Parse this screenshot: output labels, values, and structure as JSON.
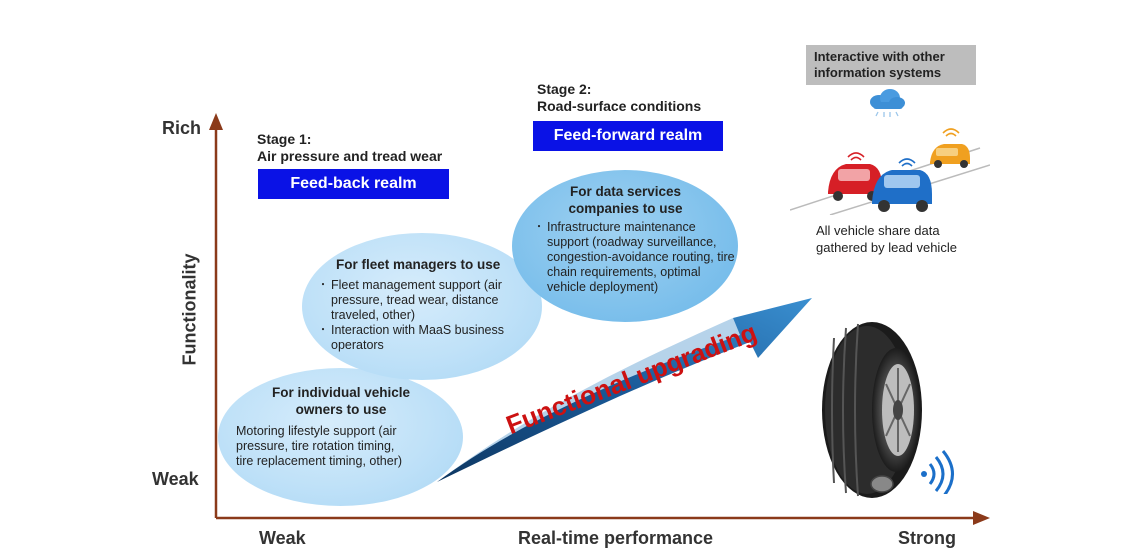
{
  "axes": {
    "y_title": "Functionality",
    "y_high": "Rich",
    "y_low": "Weak",
    "x_title": "Real-time performance",
    "x_low": "Weak",
    "x_high": "Strong"
  },
  "stage1": {
    "line1": "Stage 1:",
    "line2": "Air pressure and tread wear",
    "realm": "Feed-back realm"
  },
  "stage2": {
    "line1": "Stage 2:",
    "line2": "Road-surface conditions",
    "realm": "Feed-forward realm"
  },
  "bubbles": {
    "individual": {
      "head1": "For individual vehicle",
      "head2": "owners to use",
      "body": [
        "Motoring lifestyle support (air",
        "pressure, tire rotation timing,",
        "tire replacement timing, other)"
      ]
    },
    "fleet": {
      "head": "For fleet managers to use",
      "items": [
        [
          "Fleet management support (air",
          "pressure, tread wear, distance",
          "traveled, other)"
        ],
        [
          "Interaction with MaaS business",
          "operators"
        ]
      ]
    },
    "data_services": {
      "head1": "For data services",
      "head2": "companies to use",
      "items": [
        [
          "Infrastructure maintenance",
          "support (roadway surveillance,",
          "congestion-avoidance routing, tire",
          "chain requirements, optimal",
          "vehicle deployment)"
        ]
      ]
    }
  },
  "arrow_label": "Functional upgrading",
  "info_box": [
    "Interactive with other",
    "information systems"
  ],
  "cars_caption": [
    "All vehicle share data",
    "gathered by lead vehicle"
  ],
  "colors": {
    "realm_blue": "#0a12e6",
    "axis_brown": "#8b3a1a",
    "arrow_dark": "#103e6e",
    "arrow_light": "#2f82c4",
    "label_red": "#c11111",
    "car_red": "#d61f26",
    "car_blue": "#1f6fc8",
    "car_orange": "#f0a020"
  },
  "icons": [
    "cloud-icon",
    "wifi-signal-icon",
    "tire-image",
    "sensor-icon"
  ]
}
